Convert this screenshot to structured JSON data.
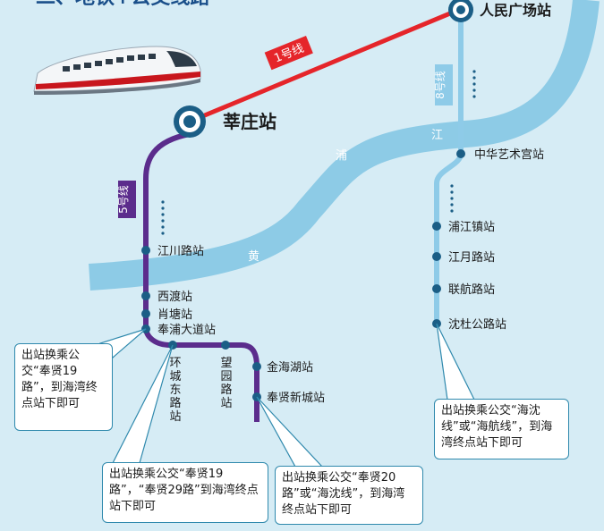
{
  "header": {
    "title": "二、地铁+公交线路"
  },
  "colors": {
    "background": "#d6ecf5",
    "river": "#8dcbe6",
    "line1": "#e5252a",
    "line5": "#5b2c8c",
    "line8": "#8ecbe8",
    "station_dot": "#1b5e86",
    "callout_border": "#2f89ad"
  },
  "icons": {
    "train": "high-speed-train-icon"
  },
  "river": {
    "char1": "浦",
    "char2": "江",
    "char3": "黄"
  },
  "lines": {
    "line1": {
      "label": "1号线"
    },
    "line5": {
      "label": "5号线"
    },
    "line8": {
      "label": "8号线"
    }
  },
  "hubs": {
    "renmin": {
      "name": "人民广场站"
    },
    "xinzhuang": {
      "name": "莘庄站"
    }
  },
  "stations": {
    "jiangchuan": "江川路站",
    "xidu": "西渡站",
    "xiaotang": "肖塘站",
    "fengpu": "奉浦大道站",
    "huancheng": "环城东路站",
    "wangyuan": "望园路站",
    "jinhaihu": "金海湖站",
    "fengxian_xincheng": "奉贤新城站",
    "zhonghua": "中华艺术宫站",
    "pujiangzhen": "浦江镇站",
    "jiangyue": "江月路站",
    "lianhang": "联航路站",
    "shendu": "沈杜公路站"
  },
  "callouts": {
    "c1": "出站换乘公交“奉贤19路”，到海湾终点站下即可",
    "c2": "出站换乘公交“奉贤19路”，“奉贤29路”到海湾终点站下即可",
    "c3": "出站换乘公交“奉贤20路”或“海沈线”，到海湾终点站下即可",
    "c4": "出站换乘公交“海沈线”或“海航线”，到海湾终点站下即可"
  }
}
